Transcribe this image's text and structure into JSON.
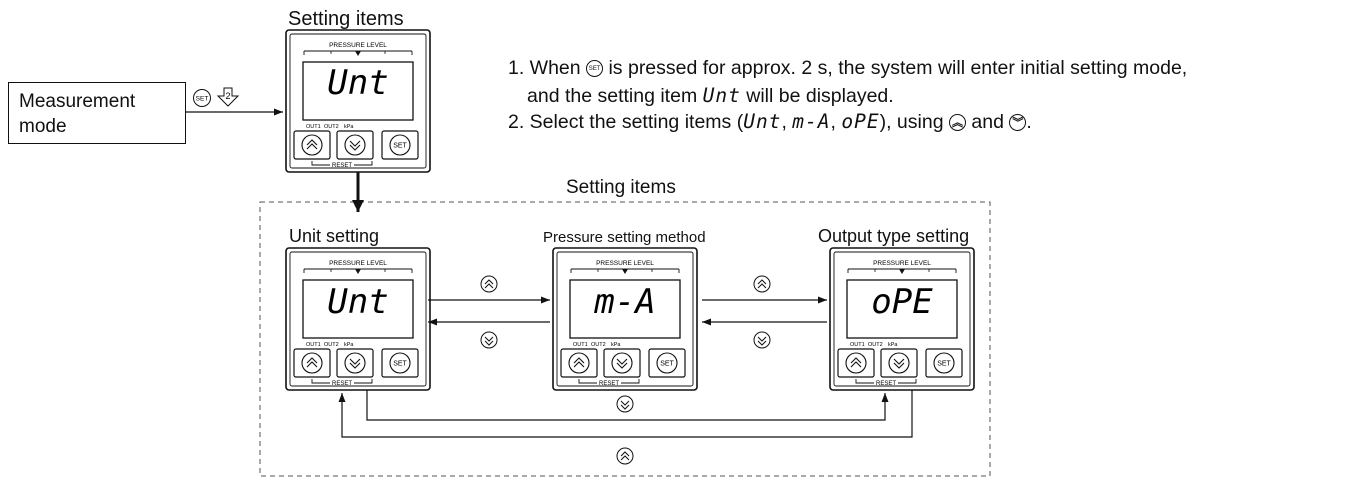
{
  "left_box": {
    "line1": "Measurement",
    "line2": "mode"
  },
  "top_title": "Setting items",
  "set_button_label": "SET",
  "step_number": "2",
  "instructions": {
    "line1_prefix": "1. When",
    "line1_suffix": "is pressed for approx. 2 s, the system will enter initial setting mode,",
    "line2_prefix": "and the setting item",
    "line2_item": "Unt",
    "line2_suffix": "will be displayed.",
    "line3_prefix": "2. Select the setting items (",
    "line3_item1": "Unt",
    "line3_item2": "m-A",
    "line3_item3": "oPE",
    "line3_mid": "), using",
    "line3_and": "and",
    "line3_end": "."
  },
  "group_title": "Setting items",
  "panels": [
    {
      "caption": "",
      "display": "Unt"
    },
    {
      "caption": "Unit setting",
      "display": "Unt"
    },
    {
      "caption": "Pressure setting method",
      "display": "m-A"
    },
    {
      "caption": "Output type setting",
      "display": "oPE"
    }
  ],
  "panel_common": {
    "pressure_level": "PRESSURE LEVEL",
    "out1": "OUT1",
    "out2": "OUT2",
    "unit": "kPa",
    "set": "SET",
    "reset": "RESET"
  },
  "icons": {
    "up": "double-chevron-up-icon",
    "down": "double-chevron-down-icon",
    "set": "set-button-icon"
  },
  "colors": {
    "line": "#111111",
    "panel_fill": "#ffffff",
    "dash": "#555555"
  }
}
